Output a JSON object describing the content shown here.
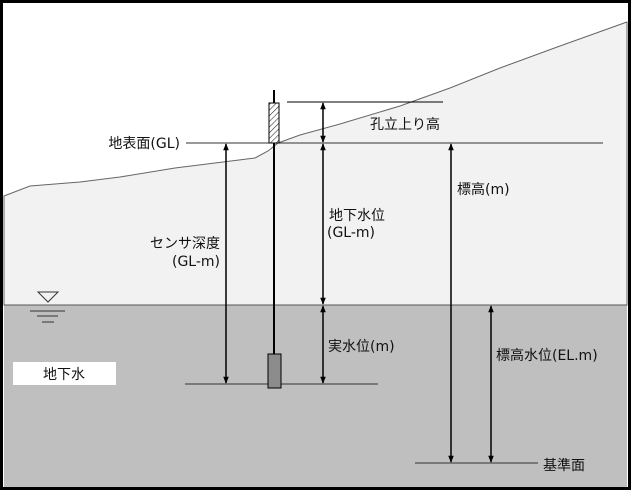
{
  "labels": {
    "ground_surface": "地表面(GL)",
    "casing_height": "孔立上り高",
    "groundwater_level": "地下水位",
    "groundwater_level_unit": "(GL-m)",
    "sensor_depth": "センサ深度",
    "sensor_depth_unit": "(GL-m)",
    "elevation": "標高(m)",
    "actual_water_level": "実水位(m)",
    "elevation_water_level": "標高水位(EL.m)",
    "datum": "基準面",
    "groundwater": "地下水"
  },
  "colors": {
    "sky": "#ffffff",
    "ground": "#f2f2f2",
    "water": "#bfbfbf",
    "sensor": "#8c8c8c",
    "line": "#000000"
  }
}
